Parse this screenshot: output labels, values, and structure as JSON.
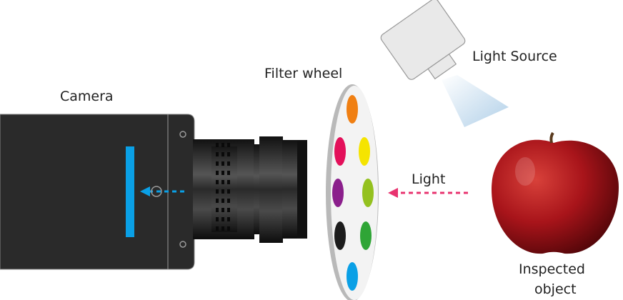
{
  "labels": {
    "camera": "Camera",
    "filter_wheel": "Filter wheel",
    "light_source": "Light Source",
    "light": "Light",
    "inspected_line1": "Inspected",
    "inspected_line2": "object"
  },
  "colors": {
    "sensor": "#0aa0e6",
    "light_arrow": "#e8336f",
    "filters": [
      "#f07f12",
      "#e3105a",
      "#f5e400",
      "#8b1f8c",
      "#94c11f",
      "#1c1c1c",
      "#2fa536",
      "#0aa0e6"
    ]
  }
}
